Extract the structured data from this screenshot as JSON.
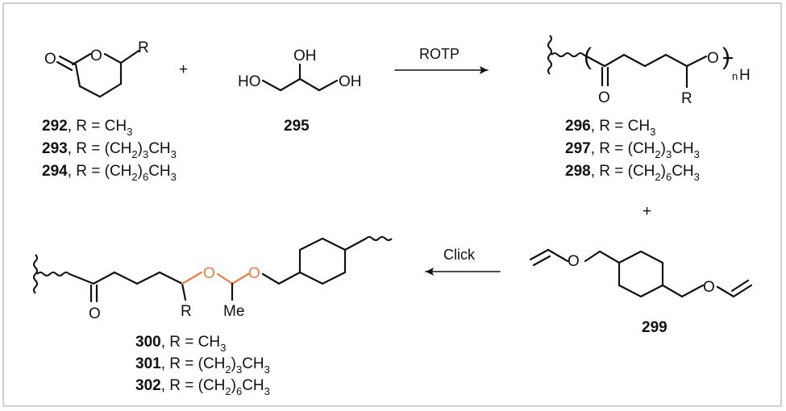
{
  "atoms": {
    "O": "O",
    "R": "R",
    "OH": "OH",
    "HO": "HO",
    "H": "H",
    "n": "n",
    "Me": "Me"
  },
  "plus": "+",
  "compounds": {
    "c292": {
      "num": "292",
      "eq": ", R = CH",
      "s1": "3",
      "tail": ""
    },
    "c293": {
      "num": "293",
      "eq": ", R = (CH",
      "s1": "2",
      "mid": ")",
      "s2": "3",
      "tail": "CH",
      "s3": "3"
    },
    "c294": {
      "num": "294",
      "eq": ", R = (CH",
      "s1": "2",
      "mid": ")",
      "s2": "6",
      "tail": "CH",
      "s3": "3"
    },
    "c295": {
      "num": "295"
    },
    "c296": {
      "num": "296",
      "eq": ", R = CH",
      "s1": "3"
    },
    "c297": {
      "num": "297",
      "eq": ", R = (CH",
      "s1": "2",
      "mid": ")",
      "s2": "3",
      "tail": "CH",
      "s3": "3"
    },
    "c298": {
      "num": "298",
      "eq": ", R = (CH",
      "s1": "2",
      "mid": ")",
      "s2": "6",
      "tail": "CH",
      "s3": "3"
    },
    "c299": {
      "num": "299"
    },
    "c300": {
      "num": "300",
      "eq": ", R = CH",
      "s1": "3"
    },
    "c301": {
      "num": "301",
      "eq": ", R = (CH",
      "s1": "2",
      "mid": ")",
      "s2": "3",
      "tail": "CH",
      "s3": "3"
    },
    "c302": {
      "num": "302",
      "eq": ", R = (CH",
      "s1": "2",
      "mid": ")",
      "s2": "6",
      "tail": "CH",
      "s3": "3"
    }
  },
  "arrows": {
    "rotp": "ROTP",
    "click": "Click"
  },
  "colors": {
    "highlight": "#f07a43",
    "ink": "#111111",
    "frame": "#cfcfcf"
  }
}
